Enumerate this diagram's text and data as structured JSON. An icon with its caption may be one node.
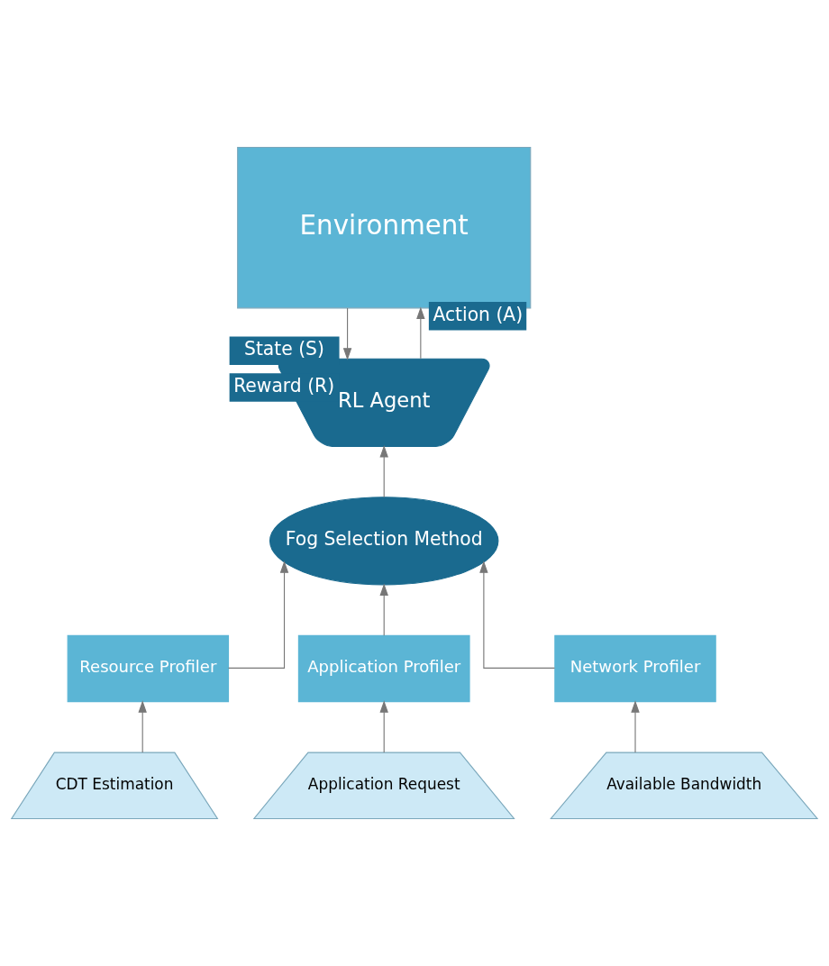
{
  "diagram": {
    "nodes": [
      {
        "text": [
          "Environment"
        ]
      },
      {
        "text": [
          "RL Agent"
        ]
      },
      {
        "text": [
          "Fog Selection Method"
        ]
      },
      {
        "text": [
          "Resource Profiler"
        ]
      },
      {
        "text": [
          "Application Profiler"
        ]
      },
      {
        "text": [
          "Network Profiler"
        ]
      },
      {
        "text": [
          "CDT Estimation"
        ]
      },
      {
        "text": [
          "Application Request"
        ]
      },
      {
        "text": [
          "Available Bandwidth"
        ]
      }
    ],
    "edges": [
      {
        "from": 1,
        "to": 0,
        "arrow": "to",
        "label": "Action (A)"
      },
      {
        "from": 0,
        "to": 1,
        "arrow": "to",
        "label": [
          "State (S)",
          "Reward (R)"
        ]
      },
      {
        "from": 2,
        "to": 1,
        "arrow": "to"
      },
      {
        "from": 3,
        "to": 2,
        "arrow": "to"
      },
      {
        "from": 4,
        "to": 2,
        "arrow": "to"
      },
      {
        "from": 5,
        "to": 2,
        "arrow": "to"
      },
      {
        "from": 6,
        "to": 3,
        "arrow": "to"
      },
      {
        "from": 7,
        "to": 4,
        "arrow": "to"
      },
      {
        "from": 8,
        "to": 5,
        "arrow": "to"
      }
    ]
  }
}
